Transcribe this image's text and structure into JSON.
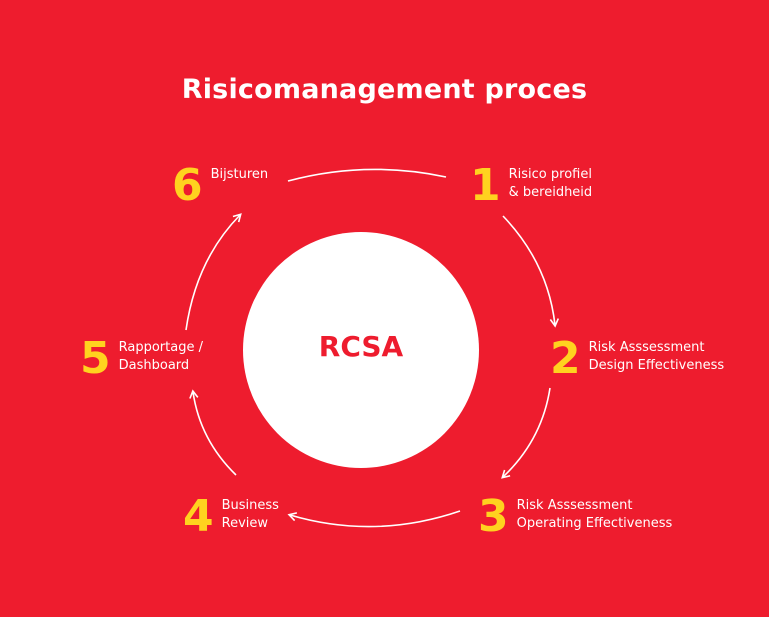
{
  "title": "Risicomanagement proces",
  "center": "RCSA",
  "colors": {
    "background": "#ee1c2e",
    "number": "#ffd21f",
    "text": "#ffffff",
    "center_text": "#ee1c2e"
  },
  "steps": [
    {
      "number": "1",
      "line1": "Risico profiel",
      "line2": "& bereidheid"
    },
    {
      "number": "2",
      "line1": "Risk Asssessment",
      "line2": "Design Effectiveness"
    },
    {
      "number": "3",
      "line1": "Risk Asssessment",
      "line2": "Operating Effectiveness"
    },
    {
      "number": "4",
      "line1": "Business",
      "line2": "Review"
    },
    {
      "number": "5",
      "line1": "Rapportage /",
      "line2": "Dashboard"
    },
    {
      "number": "6",
      "line1": "Bijsturen",
      "line2": ""
    }
  ]
}
